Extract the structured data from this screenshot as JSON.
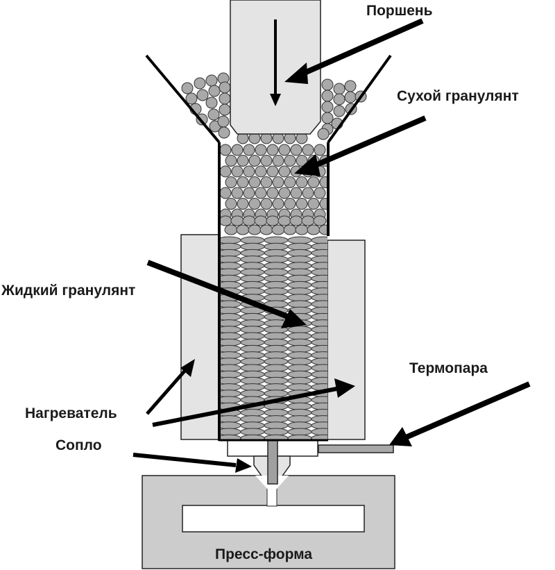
{
  "diagram": {
    "labels": {
      "piston": "Поршень",
      "dry_granulate": "Сухой гранулянт",
      "liquid_granulate": "Жидкий гранулянт",
      "thermocouple": "Термопара",
      "heater": "Нагреватель",
      "nozzle": "Сопло",
      "mold": "Пресс-форма"
    },
    "colors": {
      "piston_fill": "#e4e4e4",
      "granule_fill": "#a9a9a9",
      "heater_fill": "#e4e4e4",
      "mold_fill": "#cccccc",
      "rod_fill": "#a0a0a0",
      "arrow": "#000000"
    }
  }
}
